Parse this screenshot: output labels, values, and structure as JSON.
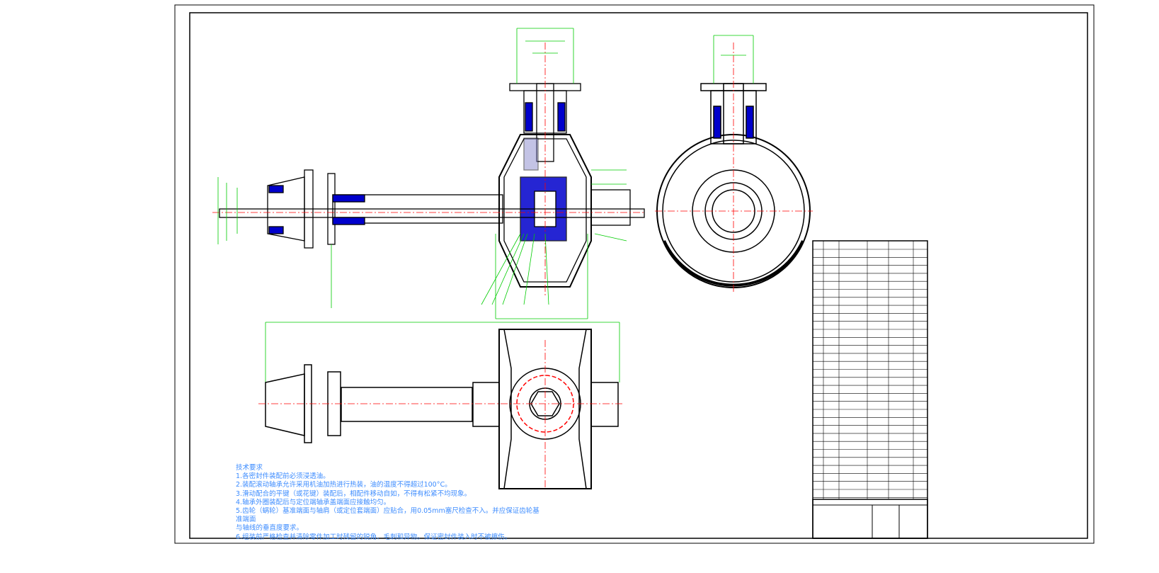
{
  "drawing": {
    "technical_requirements": {
      "title": "技术要求",
      "items": [
        "1.各密封件装配前必须浸透油。",
        "2.装配滚动轴承允许采用机油加热进行热装，油的温度不得超过100°C。",
        "3.滑动配合的平键（或花键）装配后，相配件移动自如，不得有松紧不均现象。",
        "4.轴承外圈装配后与定位端轴承盖端面应接触均匀。",
        "5.齿轮（蜗轮）基准端面与轴肩（或定位套端面）应贴合，用0.05mm塞尺检查不入。并应保证齿轮基",
        "准端面",
        "与轴线的垂直度要求。",
        "6.组装前严格检查并清除零件加工时残留的锐角、毛刺和异物。保证密封件装入时不被擦伤。"
      ]
    },
    "colors": {
      "outline": "#000000",
      "dimension": "#00cc00",
      "centerline": "#ff0000",
      "text": "#3d8cff",
      "part": "#0000cc"
    }
  }
}
